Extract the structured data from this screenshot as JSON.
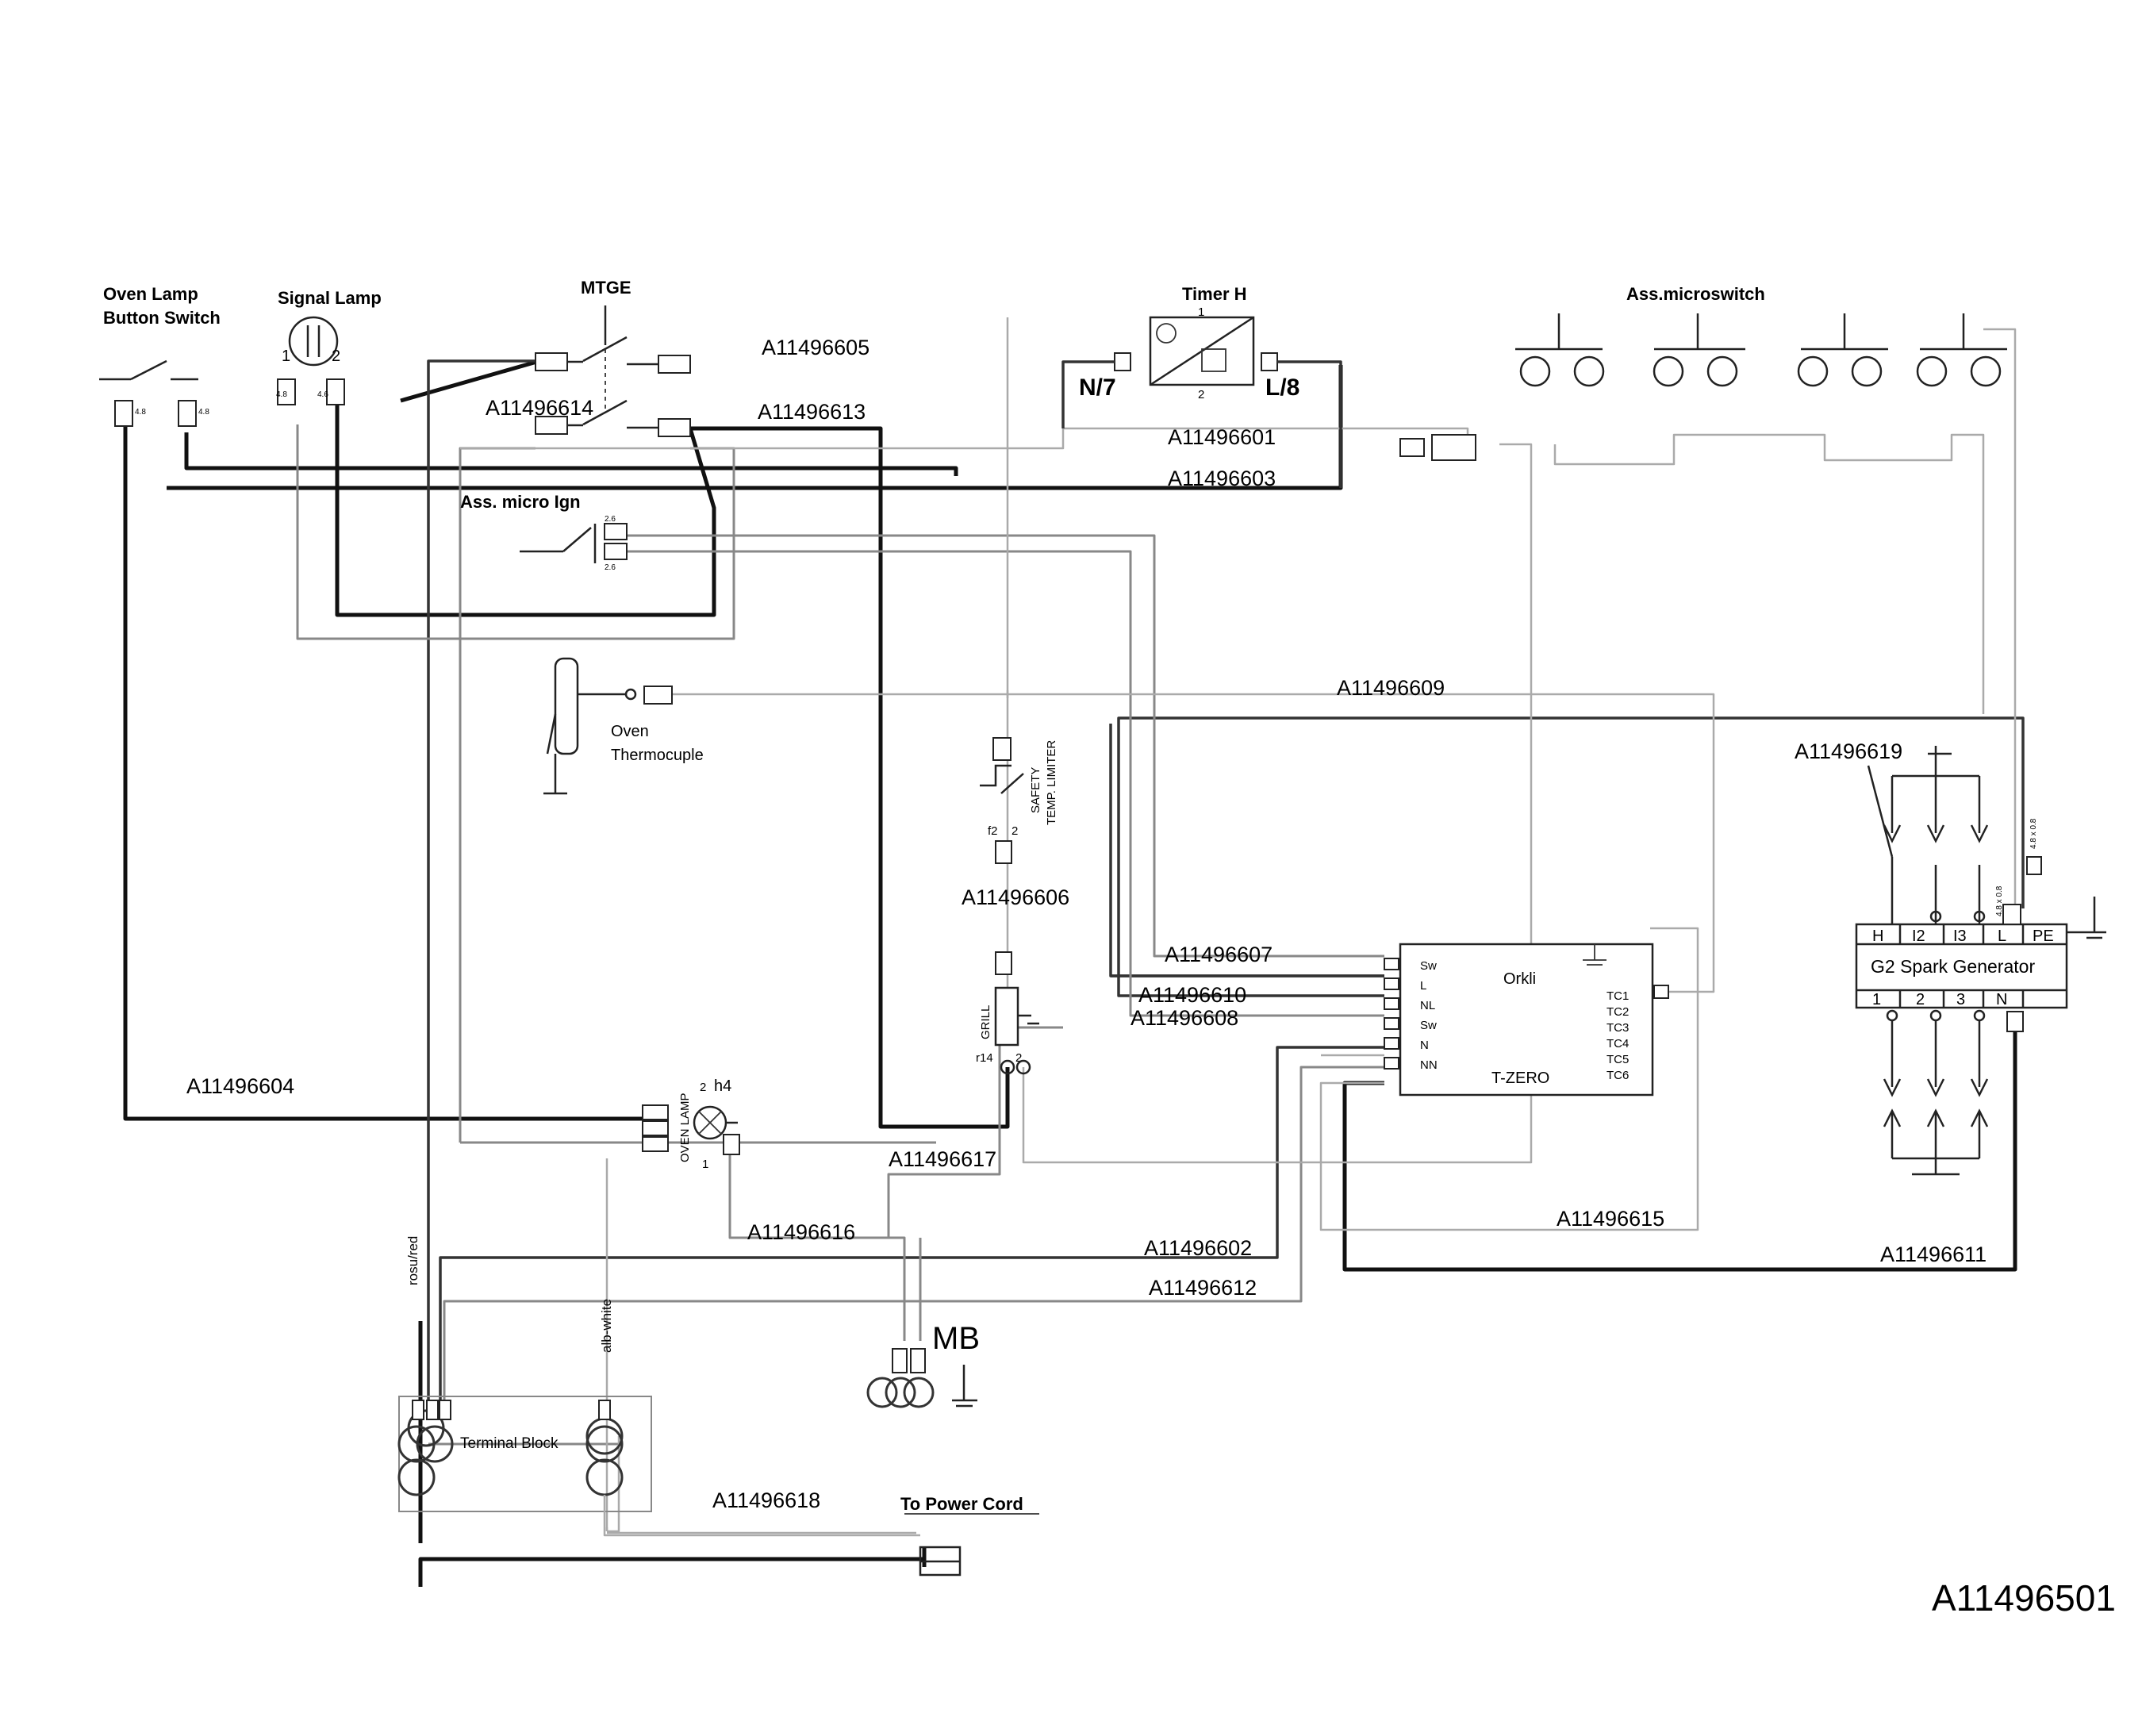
{
  "components": {
    "oven_lamp_switch": "Oven Lamp\nButton Switch",
    "signal_lamp": "Signal Lamp",
    "mtge": "MTGE",
    "timer": "Timer H",
    "timer_n": "N/7",
    "timer_l": "L/8",
    "microswitch": "Ass.microswitch",
    "micro_ign": "Ass. micro Ign",
    "thermocouple": "Oven\nThermocuple",
    "safety_limiter": "SAFETY\nTEMP. LIMITER",
    "grill": "GRILL",
    "oven_lamp": "OVEN LAMP",
    "orkli": "Orkli",
    "tzero": "T-ZERO",
    "spark_generator": "G2 Spark Generator",
    "terminal_block": "Terminal Block",
    "power_cord": "To Power Cord",
    "mb": "MB"
  },
  "orkli_left_pins": [
    "Sw",
    "L",
    "NL",
    "Sw",
    "N",
    "NN"
  ],
  "orkli_right_pins": [
    "TC1",
    "TC2",
    "TC3",
    "TC4",
    "TC5",
    "TC6"
  ],
  "spark_top_pins": [
    "H",
    "I2",
    "I3",
    "L",
    "PE"
  ],
  "spark_bottom_pins": [
    "1",
    "2",
    "3",
    "N"
  ],
  "pin_marks": {
    "one": "1",
    "two": "2",
    "f2": "f2",
    "r14": "r14",
    "h4": "h4",
    "conn_48": "4.8",
    "conn_46": "4.6",
    "conn_26": "2.6",
    "conn_48x08": "4.8 x 0.8"
  },
  "wire_labels": {
    "rosu": "rosu/red",
    "alb": "alb-white"
  },
  "wires": [
    "A11496605",
    "A11496614",
    "A11496613",
    "A11496601",
    "A11496603",
    "A11496609",
    "A11496619",
    "A11496606",
    "A11496607",
    "A11496610",
    "A11496608",
    "A11496604",
    "A11496617",
    "A11496616",
    "A11496615",
    "A11496602",
    "A11496611",
    "A11496612",
    "A11496618"
  ],
  "diagram_ref": "A11496501"
}
